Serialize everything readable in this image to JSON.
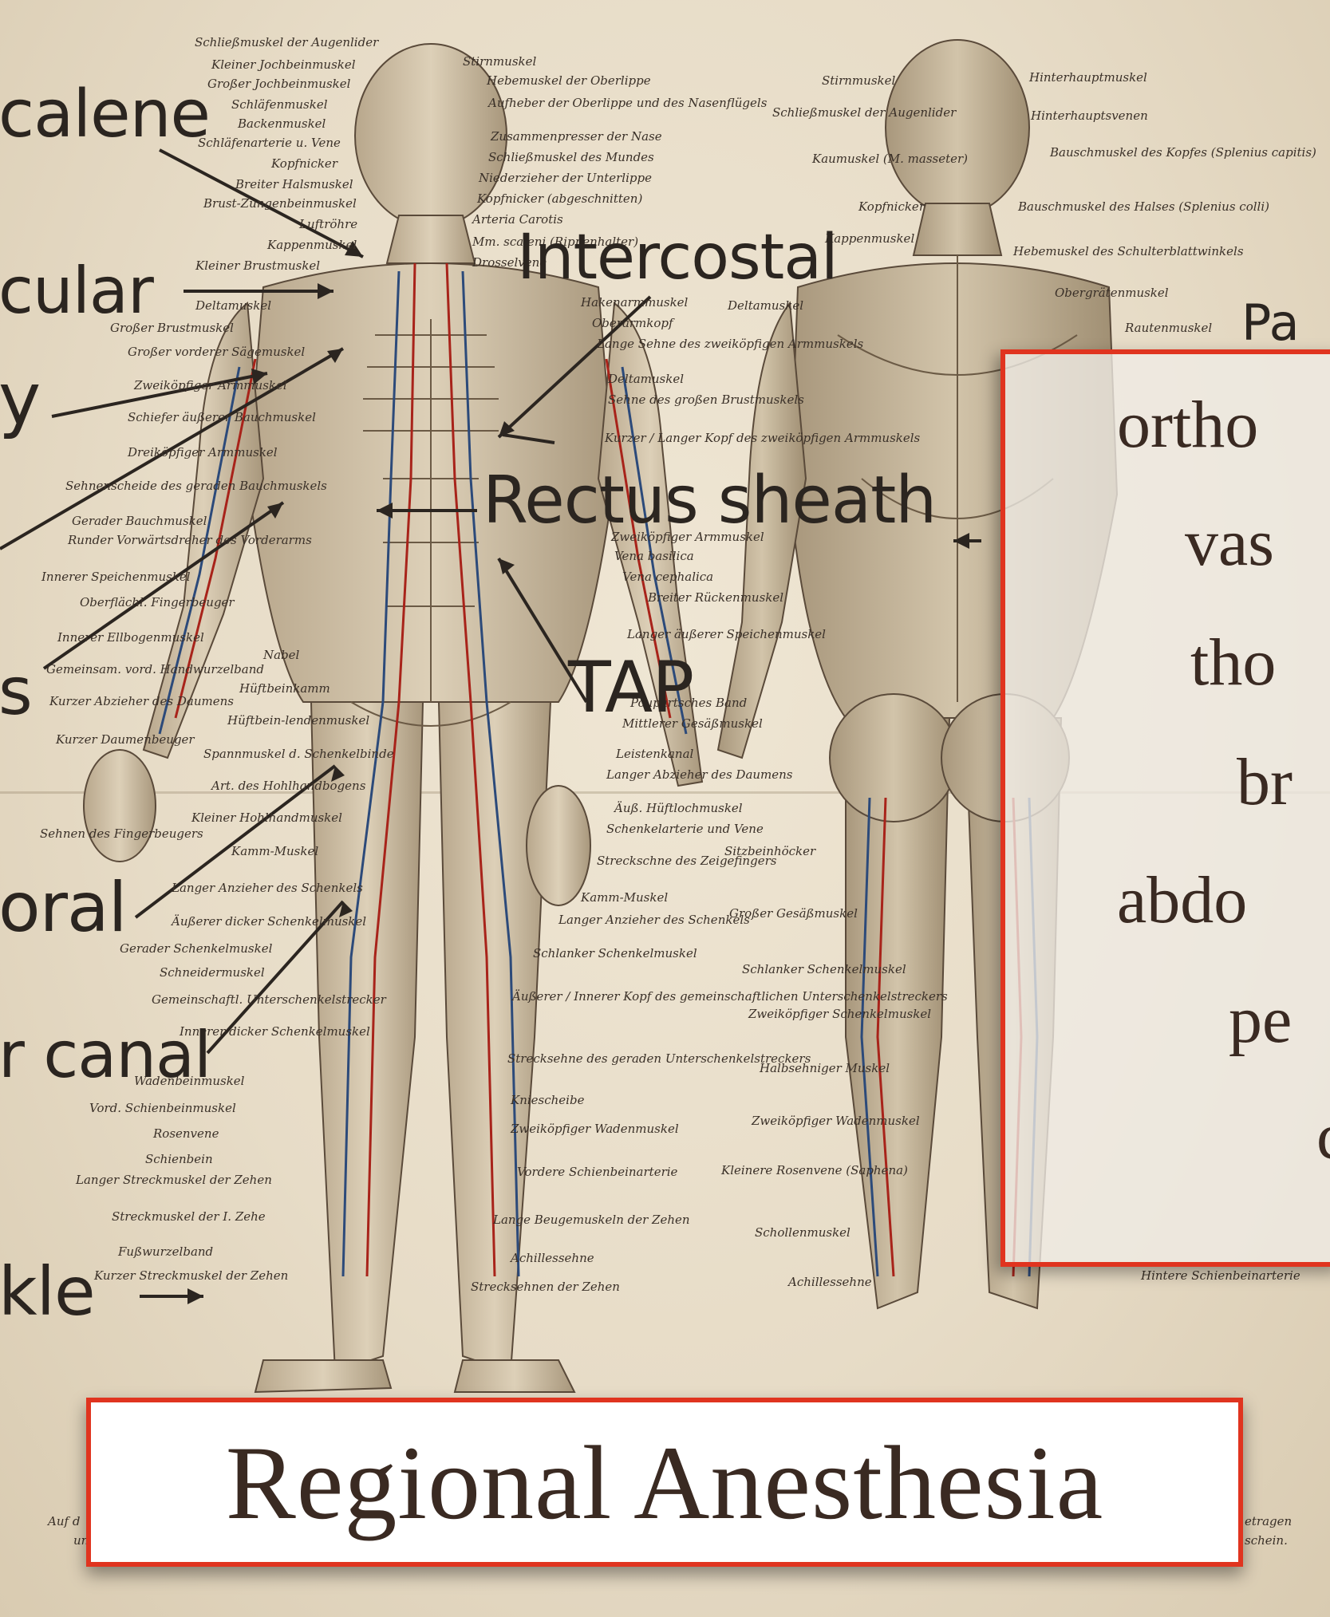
{
  "title": "Regional Anesthesia",
  "handwritten_labels": {
    "scalene": "calene",
    "supraclavicular": "cular",
    "infraclavicular": "y",
    "intercostal": "Intercostal",
    "rectus_sheath": "Rectus sheath",
    "tap": "TAP",
    "s_label": "s",
    "femoral": "oral",
    "adductor_canal": "r canal",
    "ankle": "kle",
    "paravertebral": "Pa"
  },
  "overlay_list": [
    "ortho",
    "vas",
    "tho",
    "br",
    "abdo",
    "pe",
    "c"
  ],
  "chart_labels_left": [
    "Schließmuskel der Augenlider",
    "Kleiner Jochbeinmuskel",
    "Großer Jochbeinmuskel",
    "Schläfenmuskel",
    "Backenmuskel",
    "Schläfenarterie u. Vene",
    "Kopfnicker",
    "Breiter Halsmuskel",
    "Brust-Zungenbeinmuskel",
    "Luftröhre",
    "Kappenmuskel",
    "Kleiner Brustmuskel",
    "Deltamuskel",
    "Großer Brustmuskel",
    "Großer vorderer Sägemuskel",
    "Zweiköpfiger Armmuskel",
    "Schiefer äußerer Bauchmuskel",
    "Dreiköpfiger Armmuskel",
    "Sehnenscheide des geraden Bauchmuskels",
    "Gerader Bauchmuskel",
    "Runder Vorwärtsdreher des Vorderarms",
    "Innerer Speichenmuskel",
    "Oberflächl. Fingerbeuger",
    "Innerer Ellbogenmuskel",
    "Gemeinsam. vord. Handwurzelband",
    "Kurzer Abzieher des Daumens",
    "Kurzer Daumenbeuger",
    "Nabel",
    "Hüftbeinkamm",
    "Hüftbein-lendenmuskel",
    "Spannmuskel d. Schenkelbinde",
    "Art. des Hohlhandbogens",
    "Kleiner Hohlhandmuskel",
    "Sehnen des Fingerbeugers",
    "Kamm-Muskel",
    "Langer Anzieher des Schenkels",
    "Äußerer dicker Schenkelmuskel",
    "Gerader Schenkelmuskel",
    "Schneidermuskel",
    "Gemeinschaftl. Unterschenkelstrecker",
    "Innerer dicker Schenkelmuskel",
    "Wadenbeinmuskel",
    "Vord. Schienbeinmuskel",
    "Rosenvene",
    "Schienbein",
    "Langer Streckmuskel der Zehen",
    "Streckmuskel der I. Zehe",
    "Fußwurzelband",
    "Kurzer Streckmuskel der Zehen"
  ],
  "chart_labels_center": [
    "Stirnmuskel",
    "Hebemuskel der Oberlippe",
    "Aufheber der Oberlippe und des Nasenflügels",
    "Zusammenpresser der Nase",
    "Schließmuskel des Mundes",
    "Niederzieher der Unterlippe",
    "Kopfnicker (abgeschnitten)",
    "Arteria Carotis",
    "Mm. scaleni (Rippenhalter)",
    "Drosselvene",
    "Hakenarmmuskel",
    "Oberarmkopf",
    "Lange Sehne des zweiköpfigen Armmuskels",
    "Deltamuskel",
    "Sehne des großen Brustmuskels",
    "Kurzer / Langer Kopf des zweiköpfigen Armmuskels",
    "Zweiköpfiger Armmuskel",
    "Vena basilica",
    "Vena cephalica",
    "Breiter Rückenmuskel",
    "Langer äußerer Speichenmuskel",
    "Poupartsches Band",
    "Mittlerer Gesäßmuskel",
    "Leistenkanal",
    "Langer Abzieher des Daumens",
    "Äuß. Hüftlochmuskel",
    "Schenkelarterie und Vene",
    "Streckschne des Zeigefingers",
    "Kamm-Muskel",
    "Langer Anzieher des Schenkels",
    "Schlanker Schenkelmuskel",
    "Äußerer / Innerer Kopf des gemeinschaftlichen Unterschenkelstreckers",
    "Strecksehne des geraden Unterschenkelstreckers",
    "Kniescheibe",
    "Zweiköpfiger Wadenmuskel",
    "Vordere Schienbeinarterie",
    "Lange Beugemuskeln der Zehen",
    "Achillessehne",
    "Strecksehnen der Zehen"
  ],
  "chart_labels_right": [
    "Stirnmuskel",
    "Hinterhauptmuskel",
    "Hinterhauptsvenen",
    "Schließmuskel der Augenlider",
    "Kaumuskel (M. masseter)",
    "Bauschmuskel des Kopfes (Splenius capitis)",
    "Kopfnicker",
    "Bauschmuskel des Halses (Splenius colli)",
    "Kappenmuskel",
    "Hebemuskel des Schulterblattwinkels",
    "Obergrätenmuskel",
    "Deltamuskel",
    "Rautenmuskel",
    "Sitzbeinhöcker",
    "Großer Gesäßmuskel",
    "Schlanker Schenkelmuskel",
    "Zweiköpfiger Schenkelmuskel",
    "Halbsehniger Muskel",
    "Zweiköpfiger Wadenmuskel",
    "Kleinere Rosenvene (Saphena)",
    "Schollenmuskel",
    "Achillessehne",
    "Hintere Schienbeinarterie"
  ],
  "footer_fragments": {
    "left": "Auf d",
    "left2": "un",
    "right": "etragen",
    "right2": "schein."
  },
  "colors": {
    "accent_border": "#e0341f",
    "ink": "#2b2520",
    "title_text": "#3a2a22"
  }
}
